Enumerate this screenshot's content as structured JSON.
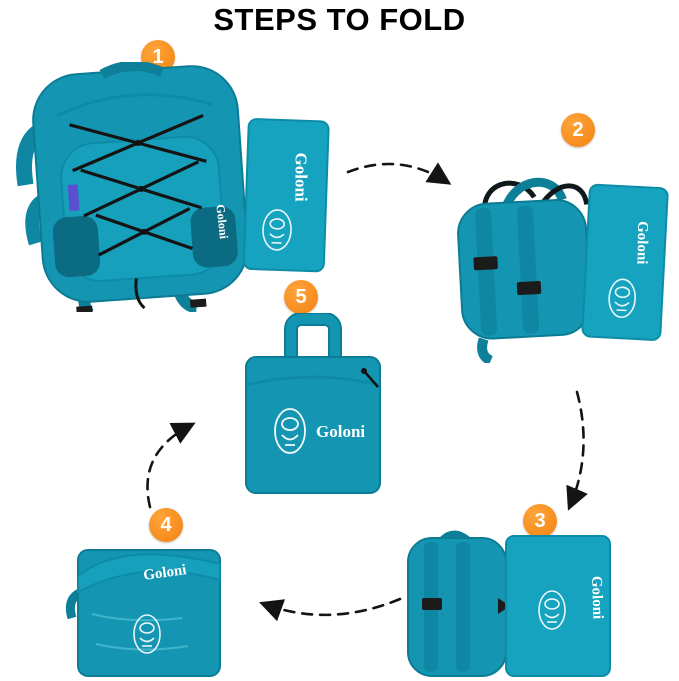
{
  "poster": {
    "title": "STEPS TO FOLD",
    "brand": "Goloni",
    "colors": {
      "bag_teal": "#1496B2",
      "bag_teal_light": "#16A3BF",
      "bag_teal_dark": "#0C7B94",
      "badge_orange": "#F2820F",
      "arrow_black": "#141414",
      "title_black": "#000000",
      "print_white": "#FFFFFF"
    },
    "steps": [
      {
        "number": "1"
      },
      {
        "number": "2"
      },
      {
        "number": "3"
      },
      {
        "number": "4"
      },
      {
        "number": "5"
      }
    ]
  }
}
